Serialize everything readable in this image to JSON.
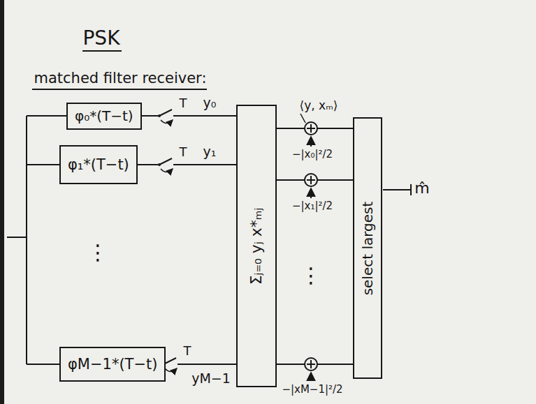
{
  "diagram": {
    "title": "PSK",
    "nodes": [
      {
        "text": [
          "φ₀*(T−t)"
        ]
      },
      {
        "text": [
          "φ₁*(T−t)"
        ]
      },
      {
        "text": [
          "φM−1*(T−t)"
        ]
      },
      {
        "text": [
          "Σⱼ₌₀ yⱼ x*ₘⱼ"
        ]
      },
      {
        "text": [
          "select largest"
        ]
      }
    ],
    "edges": [
      {
        "from": 0,
        "to": 3,
        "arrow": "none",
        "label": "y₀"
      },
      {
        "from": 1,
        "to": 3,
        "arrow": "none",
        "label": "y₁"
      },
      {
        "from": 2,
        "to": 3,
        "arrow": "none",
        "label": "yM−1"
      },
      {
        "from": 3,
        "to": 4,
        "arrow": "none"
      },
      {
        "from": 3,
        "to": 4,
        "arrow": "none"
      },
      {
        "from": 3,
        "to": 4,
        "arrow": "none"
      }
    ],
    "labels": [
      "matched filter receiver:",
      "T",
      "T",
      "T",
      "⋮",
      "⋮",
      "⟨y, xₘ⟩",
      "−|x₀|²/2",
      "−|x₁|²/2",
      "−|xM−1|²/2",
      "m̂"
    ]
  }
}
